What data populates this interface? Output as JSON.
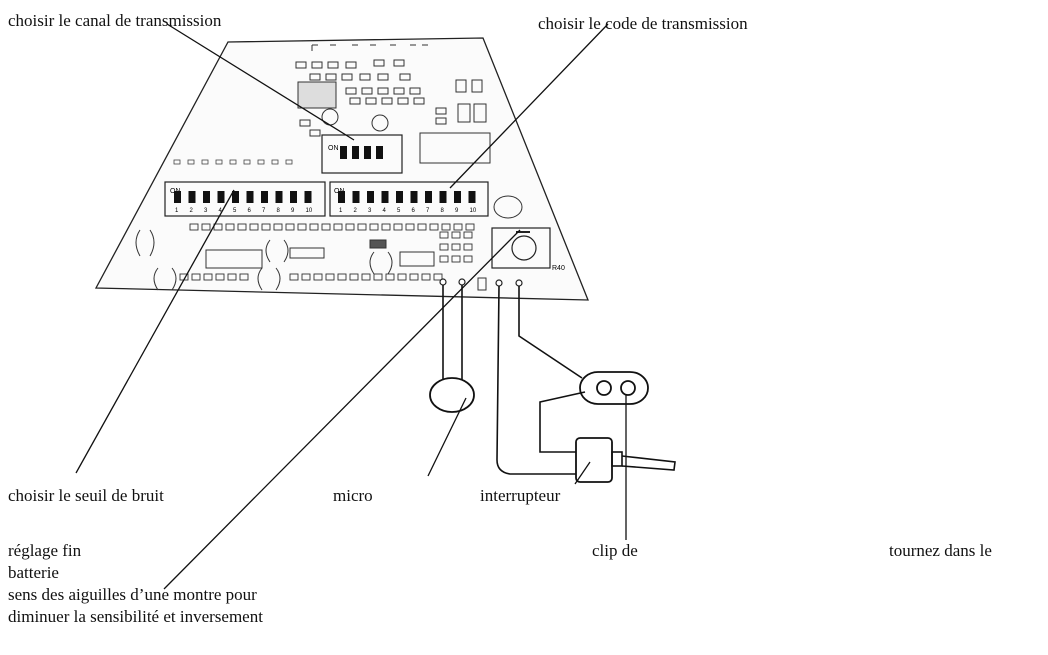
{
  "labels": {
    "canal": "choisir le canal de transmission",
    "code": "choisir le code de transmission",
    "seuil": "choisir le seuil de bruit",
    "micro": "micro",
    "interrupteur": "interrupteur",
    "reglage_fin": "réglage fin",
    "batterie": "batterie",
    "sens": "sens des aiguilles d’une montre pour",
    "diminuer": "diminuer la sensibilité et inversement",
    "clip": "clip de",
    "tournez": "tournez dans le"
  },
  "board": {
    "dip_small_label": "ON",
    "dip_left_label": "ON",
    "dip_right_label": "ON",
    "dip_numbers": [
      "1",
      "2",
      "3",
      "4",
      "5",
      "6",
      "7",
      "8",
      "9",
      "10"
    ],
    "jack_label": "R40"
  }
}
